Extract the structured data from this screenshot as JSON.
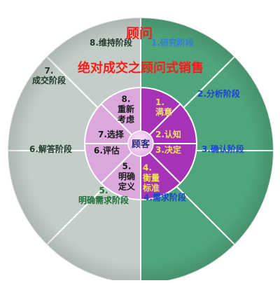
{
  "header": {
    "title": "顾问",
    "subtitle": "绝对成交之顾问式销售"
  },
  "outer_ring": [
    {
      "id": 1,
      "lines": [
        "1.研究阶段"
      ],
      "color": "#2f7fd8"
    },
    {
      "id": 2,
      "lines": [
        "2.分析阶段"
      ],
      "color": "#1a44d0"
    },
    {
      "id": 3,
      "lines": [
        "3.确认阶段"
      ],
      "color": "#1a44d0"
    },
    {
      "id": 4,
      "lines": [
        "4.需求阶段"
      ],
      "color": "#1a44d0"
    },
    {
      "id": 5,
      "lines": [
        "5.",
        "明确需求阶段"
      ],
      "color": "#1f6e3a"
    },
    {
      "id": 6,
      "lines": [
        "6.解答阶段"
      ],
      "color": "#1f3a28"
    },
    {
      "id": 7,
      "lines": [
        "7.",
        "成交阶段"
      ],
      "color": "#1f3a28"
    },
    {
      "id": 8,
      "lines": [
        "8.维持阶段"
      ],
      "color": "#1f3a28"
    }
  ],
  "inner_ring": [
    {
      "id": 1,
      "lines": [
        "1.",
        "满意"
      ],
      "color": "#f0e35a"
    },
    {
      "id": 2,
      "lines": [
        "2.认知"
      ],
      "color": "#f0e35a"
    },
    {
      "id": 3,
      "lines": [
        "3.决定"
      ],
      "color": "#f0e35a"
    },
    {
      "id": 4,
      "lines": [
        "4.",
        "衡量",
        "标准"
      ],
      "color": "#f0e35a"
    },
    {
      "id": 5,
      "lines": [
        "5.",
        "明确",
        "定义"
      ],
      "color": "#1a1a1a"
    },
    {
      "id": 6,
      "lines": [
        "6.评估"
      ],
      "color": "#1a1a1a"
    },
    {
      "id": 7,
      "lines": [
        "7.选择"
      ],
      "color": "#1a1a1a"
    },
    {
      "id": 8,
      "lines": [
        "8.",
        "重新",
        "考虑"
      ],
      "color": "#1a1a1a"
    }
  ],
  "center": {
    "label": "顾客"
  },
  "colors": {
    "outer_dark": "#4fa57c",
    "outer_light": "#c4cec8",
    "inner_dark": "#a632b6",
    "inner_light": "#dba7dd",
    "hub": "#f2cff0",
    "title_red": "#ff1a1a"
  }
}
